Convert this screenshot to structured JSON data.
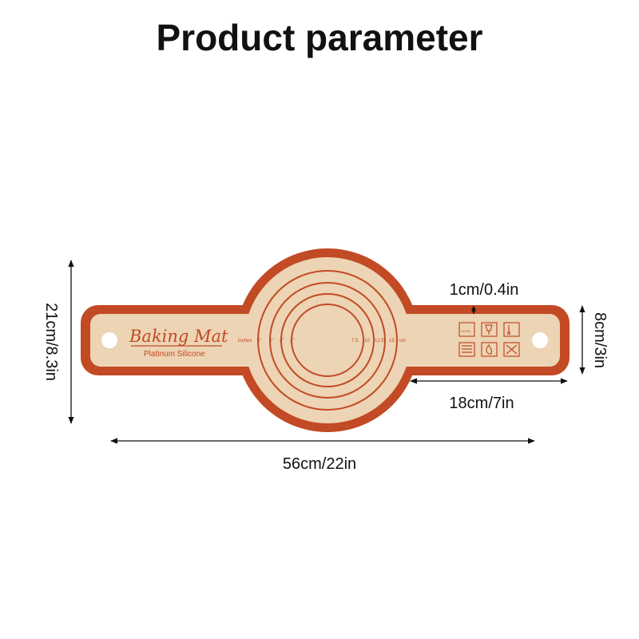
{
  "title": "Product parameter",
  "dimensions": {
    "height_total": "21cm/8.3in",
    "width_total": "56cm/22in",
    "handle_width": "8cm/3in",
    "handle_length": "18cm/7in",
    "border": "1cm/0.4in"
  },
  "mat": {
    "brand": "Baking Mat",
    "subtitle": "Platinum Silicone",
    "inches_label": "inches",
    "inch_marks": [
      "6\"",
      "5\"",
      "4\"",
      "3\""
    ],
    "cm_marks": [
      "7.5",
      "10",
      "12.5",
      "15",
      "cm"
    ],
    "icons": [
      "food-grade-icon",
      "glass-icon",
      "thermometer-icon",
      "oven-icon",
      "flame-icon",
      "no-knife-icon"
    ],
    "colors": {
      "border": "#c24a24",
      "fill": "#ecd4b4",
      "ink": "#c24a24"
    }
  }
}
